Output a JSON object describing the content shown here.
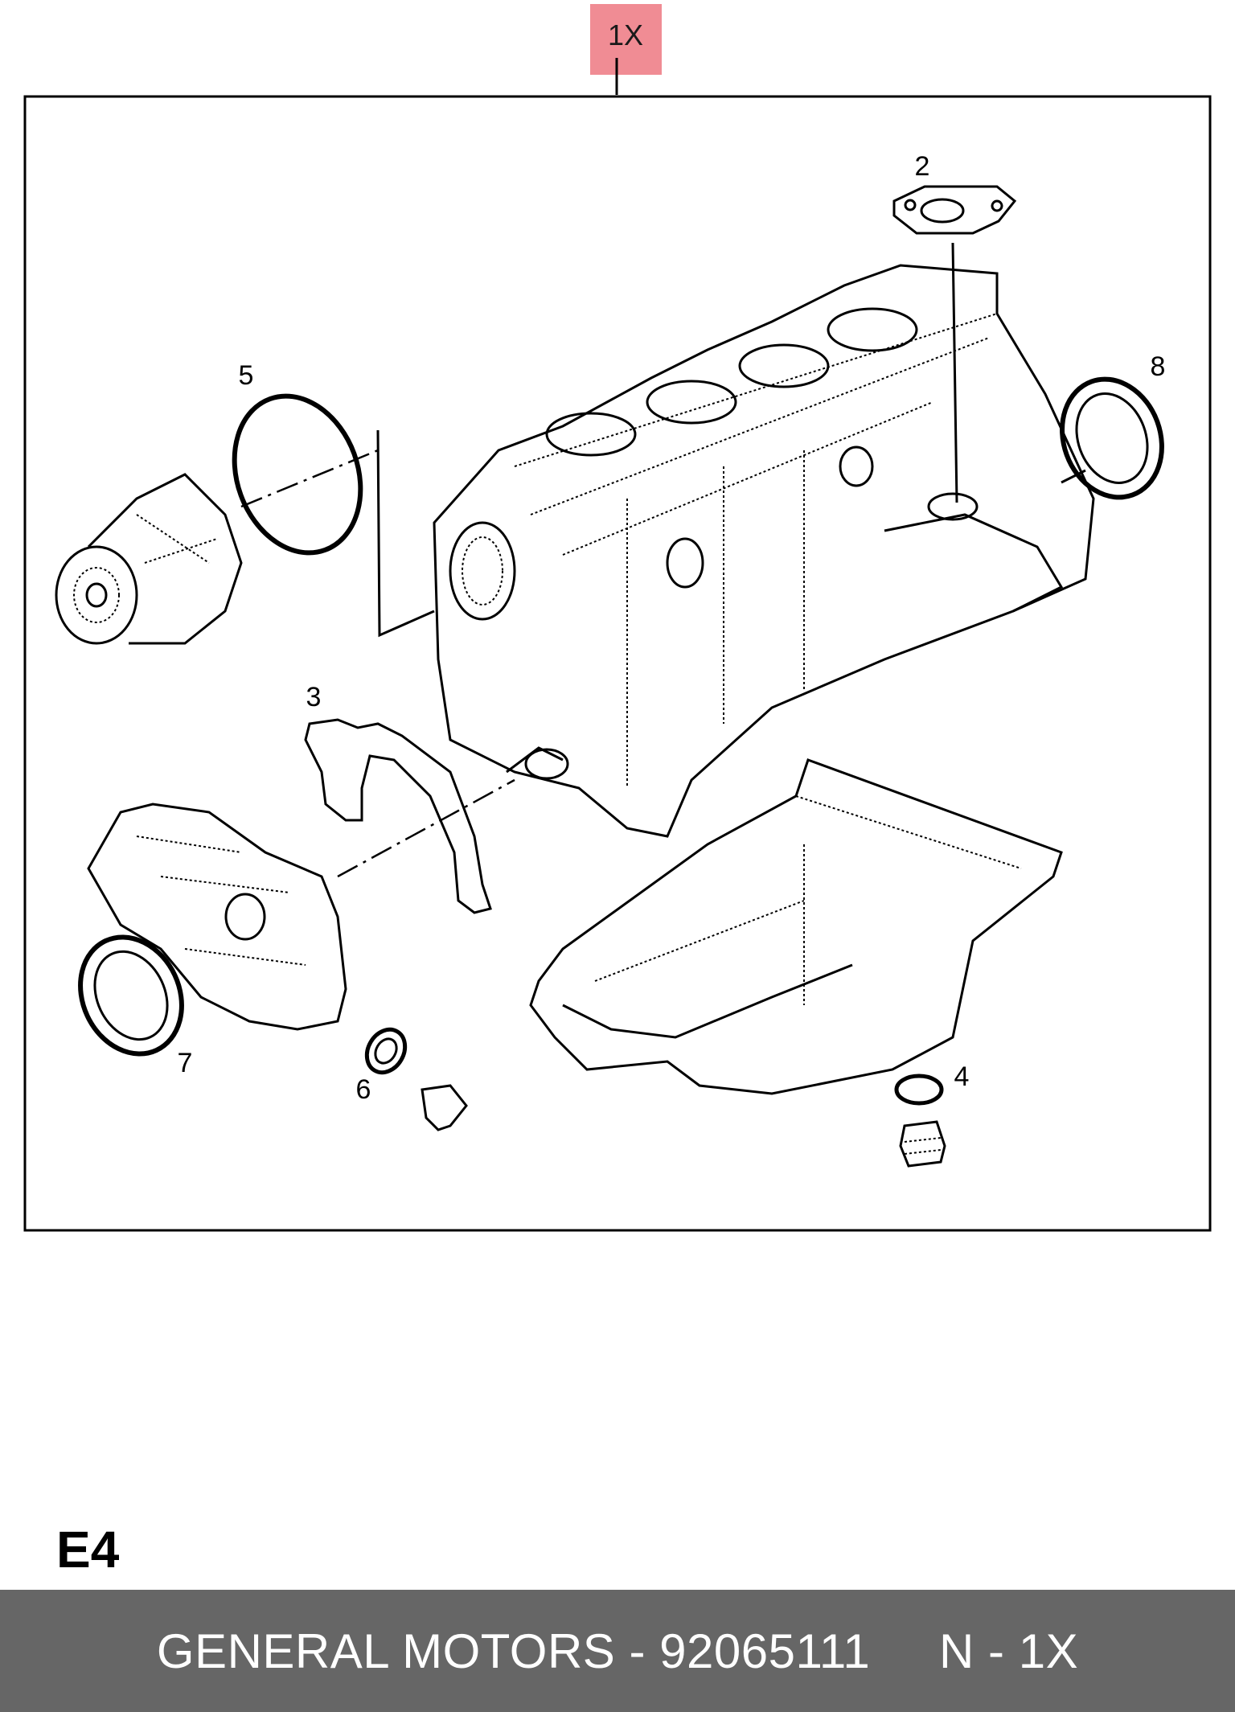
{
  "header_badge": {
    "label": "1X",
    "color": "#f08c94"
  },
  "callouts": [
    "2",
    "3",
    "4",
    "5",
    "6",
    "7",
    "8"
  ],
  "section_code": "E4",
  "footer": {
    "text": "GENERAL MOTORS - 92065111     N - 1X",
    "background": "#666666"
  }
}
